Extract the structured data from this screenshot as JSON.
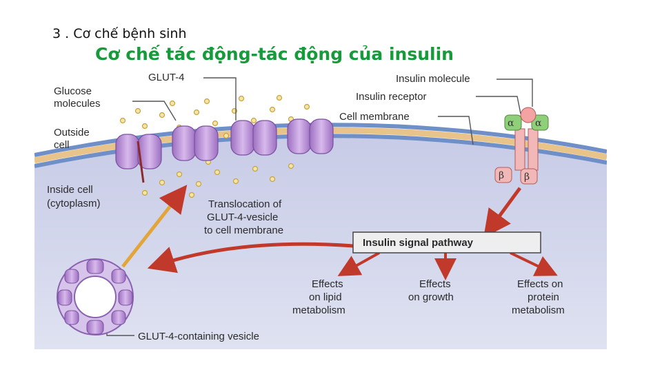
{
  "slide": {
    "heading": "3 . Cơ chế bệnh sinh",
    "subtitle": "Cơ chế tác động-tác động của insulin"
  },
  "diagram": {
    "labels": {
      "glut4": "GLUT-4",
      "glucose_1": "Glucose",
      "glucose_2": "molecules",
      "outside_1": "Outside",
      "outside_2": "cell",
      "inside_1": "Inside cell",
      "inside_2": "(cytoplasm)",
      "insulin_molecule": "Insulin molecule",
      "insulin_receptor": "Insulin receptor",
      "cell_membrane": "Cell membrane",
      "translocation_1": "Translocation of",
      "translocation_2": "GLUT-4-vesicle",
      "translocation_3": "to cell membrane",
      "signal_pathway": "Insulin signal pathway",
      "lipid_1": "Effects",
      "lipid_2": "on lipid",
      "lipid_3": "metabolism",
      "growth_1": "Effects",
      "growth_2": "on growth",
      "protein_1": "Effects on",
      "protein_2": "protein",
      "protein_3": "metabolism",
      "vesicle": "GLUT-4-containing vesicle",
      "alpha": "α",
      "beta": "β"
    },
    "colors": {
      "cytoplasm": "#cfd3ea",
      "membrane_blue": "#6f8fc9",
      "membrane_lipid": "#e9c48a",
      "glut_protein": "#b98fd2",
      "arrow_red": "#c0392b",
      "receptor_green": "#8fcf7a",
      "receptor_pink": "#f2b7b7",
      "title_green": "#169a3a"
    }
  }
}
